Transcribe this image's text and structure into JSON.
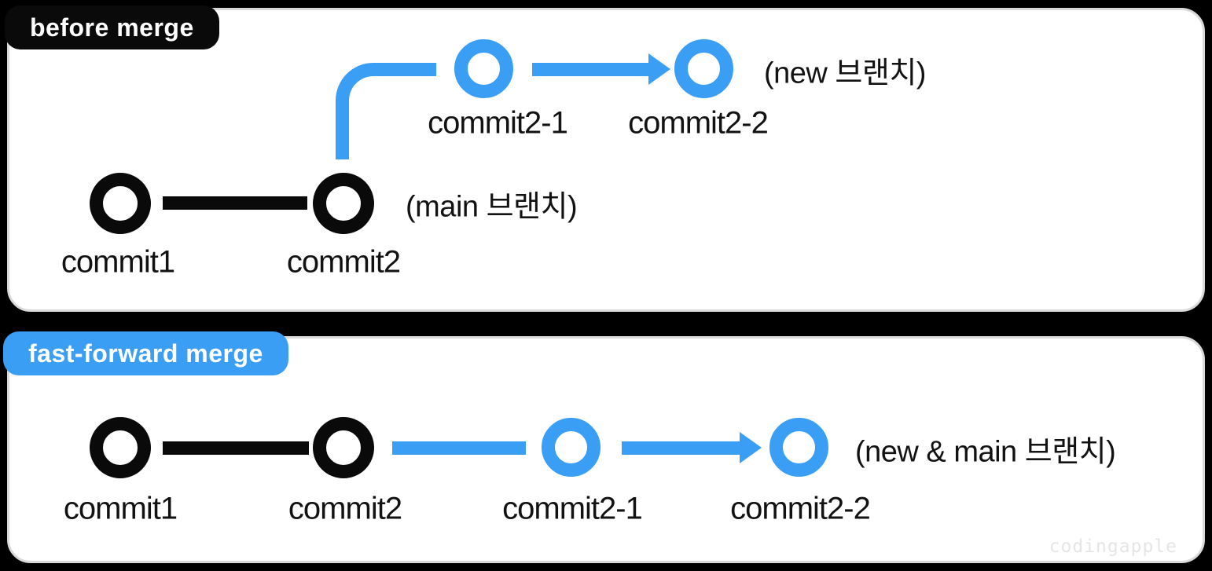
{
  "colors": {
    "background": "#000000",
    "panel_bg": "#ffffff",
    "panel_border": "#d9d9d9",
    "commit_black": "#0a0a0a",
    "brand_blue": "#3b9ef5",
    "badge_text": "#ffffff",
    "watermark_gray": "#e5e5e5"
  },
  "panels": {
    "before": {
      "badge_label": "before merge",
      "main_branch": {
        "commit1": "commit1",
        "commit2": "commit2",
        "branch_label": "(main 브랜치)"
      },
      "new_branch": {
        "commit21": "commit2-1",
        "commit22": "commit2-2",
        "branch_label": "(new 브랜치)"
      }
    },
    "fast_forward": {
      "badge_label": "fast-forward merge",
      "commits": {
        "c1": "commit1",
        "c2": "commit2",
        "c21": "commit2-1",
        "c22": "commit2-2"
      },
      "branch_label": "(new & main 브랜치)"
    }
  },
  "watermark": "codingapple"
}
